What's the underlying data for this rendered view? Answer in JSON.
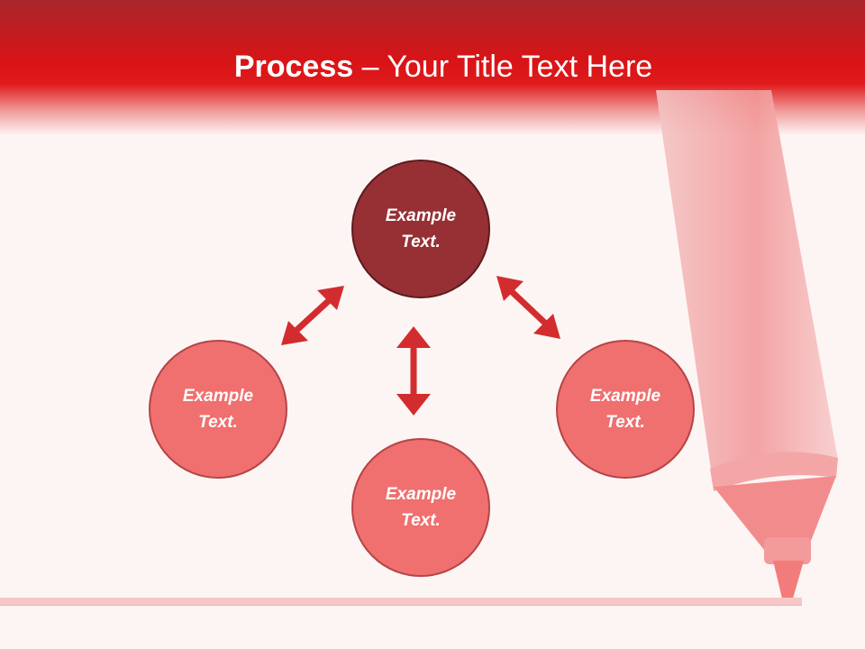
{
  "slide": {
    "title_bold": "Process",
    "title_rest": " – Your Title Text Here"
  },
  "diagram": {
    "nodes": [
      {
        "id": "top",
        "label": "Example\nText."
      },
      {
        "id": "left",
        "label": "Example\nText."
      },
      {
        "id": "bottom",
        "label": "Example\nText."
      },
      {
        "id": "right",
        "label": "Example\nText."
      }
    ],
    "arrows": [
      {
        "from": "top",
        "to": "left",
        "direction": "double"
      },
      {
        "from": "top",
        "to": "bottom",
        "direction": "double"
      },
      {
        "from": "top",
        "to": "right",
        "direction": "double"
      }
    ]
  },
  "colors": {
    "header": "#d81417",
    "top_node": "#963034",
    "outer_nodes": "#f06f6f",
    "arrow": "#d32c2f",
    "pen": "#f2a2a2"
  }
}
